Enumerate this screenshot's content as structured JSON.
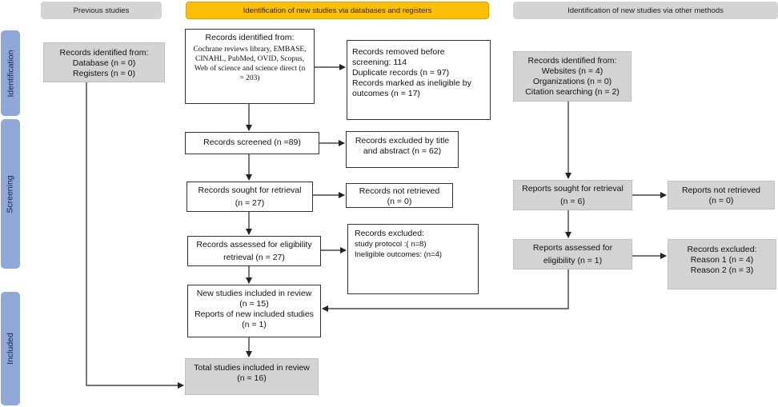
{
  "headers": {
    "previous": "Previous studies",
    "databases": "Identification of new studies via databases and registers",
    "other": "Identification of new studies via other methods"
  },
  "phases": {
    "identification": "Identification",
    "screening": "Screening",
    "included": "Included"
  },
  "prev_records": {
    "title": "Records identified from:",
    "line1": "Database (n = 0)",
    "line2": "Registers (n = 0)"
  },
  "db_records": {
    "title": "Records identified from:",
    "line1": "Cochrane reviews library, EMBASE,",
    "line2": "CINAHL, PubMed, OVID, Scopus,",
    "line3": "Web of science and science direct (n",
    "line4": "= 203)"
  },
  "removed": {
    "line1": "Records removed before",
    "line2": "screening: 114",
    "line3": "Duplicate records (n = 97)",
    "line4": "Records marked as ineligible by",
    "line5": "outcomes (n = 17)"
  },
  "screened": {
    "text": "Records screened (n =89)"
  },
  "excluded_title": {
    "line1": "Records excluded by title",
    "line2": "and abstract (n = 62)"
  },
  "sought": {
    "line1": "Records sought for retrieval",
    "line2": "(n = 27)"
  },
  "not_retrieved": {
    "line1": "Records not retrieved",
    "line2": "(n = 0)"
  },
  "assessed": {
    "line1": "Records assessed for eligibility",
    "line2": "retrieval (n = 27)"
  },
  "excluded_elig": {
    "line1": "Records excluded:",
    "line2": "study protocol :( n=8)",
    "line3": "Ineligible outcomes: (n=4)"
  },
  "new_included": {
    "line1": "New studies included in review",
    "line2": "(n = 15)",
    "line3": "Reports of new included studies",
    "line4": "(n = 1)"
  },
  "total": {
    "line1": "Total studies included in review",
    "line2": "(n = 16)"
  },
  "other_records": {
    "title": "Records identified from:",
    "line1": "Websites (n = 4)",
    "line2": "Organizations (n = 0)",
    "line3": "Citation searching (n = 2)"
  },
  "other_sought": {
    "line1": "Reports sought for retrieval",
    "line2": "(n = 6)"
  },
  "other_not_retrieved": {
    "line1": "Reports not retrieved",
    "line2": "(n = 0)"
  },
  "other_assessed": {
    "line1": "Reports assessed for",
    "line2": "eligibility (n = 1)"
  },
  "other_excluded": {
    "line1": "Records excluded:",
    "line2": "Reason 1 (n = 4)",
    "line3": "Reason 2 (n = 3)"
  }
}
